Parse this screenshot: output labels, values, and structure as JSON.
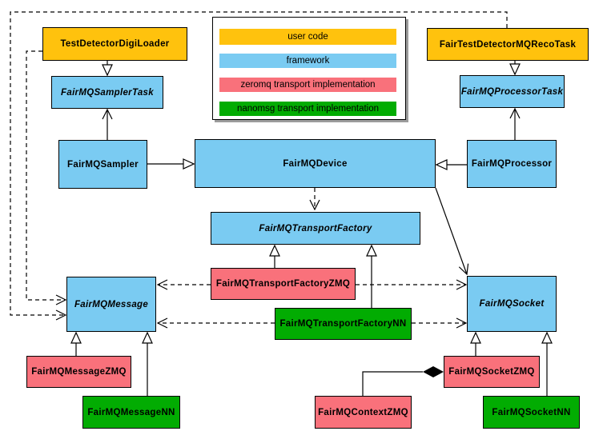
{
  "diagram": {
    "kind": "uml-class-diagram",
    "subject": "FairMQ framework class hierarchy"
  },
  "colors": {
    "user_code": "#FFC20D",
    "framework": "#7ACBF2",
    "zeromq": "#F9717B",
    "nanomsg": "#02AC02",
    "line": "#000000",
    "background": "#FFFFFF"
  },
  "legend": {
    "items": [
      {
        "label": "user code",
        "category": "user_code"
      },
      {
        "label": "framework",
        "category": "framework"
      },
      {
        "label": "zeromq transport implementation",
        "category": "zeromq"
      },
      {
        "label": "nanomsg transport implementation",
        "category": "nanomsg"
      }
    ]
  },
  "nodes": [
    {
      "label": "TestDetectorDigiLoader",
      "category": "user_code",
      "abstract": false
    },
    {
      "label": "FairMQSamplerTask",
      "category": "framework",
      "abstract": true
    },
    {
      "label": "FairMQSampler",
      "category": "framework",
      "abstract": false
    },
    {
      "label": "FairMQDevice",
      "category": "framework",
      "abstract": false
    },
    {
      "label": "FairTestDetectorMQRecoTask",
      "category": "user_code",
      "abstract": false
    },
    {
      "label": "FairMQProcessorTask",
      "category": "framework",
      "abstract": true
    },
    {
      "label": "FairMQProcessor",
      "category": "framework",
      "abstract": false
    },
    {
      "label": "FairMQTransportFactory",
      "category": "framework",
      "abstract": true
    },
    {
      "label": "FairMQTransportFactoryZMQ",
      "category": "zeromq",
      "abstract": false
    },
    {
      "label": "FairMQTransportFactoryNN",
      "category": "nanomsg",
      "abstract": false
    },
    {
      "label": "FairMQMessage",
      "category": "framework",
      "abstract": true
    },
    {
      "label": "FairMQSocket",
      "category": "framework",
      "abstract": true
    },
    {
      "label": "FairMQMessageZMQ",
      "category": "zeromq",
      "abstract": false
    },
    {
      "label": "FairMQMessageNN",
      "category": "nanomsg",
      "abstract": false
    },
    {
      "label": "FairMQSocketZMQ",
      "category": "zeromq",
      "abstract": false
    },
    {
      "label": "FairMQContextZMQ",
      "category": "zeromq",
      "abstract": false
    },
    {
      "label": "FairMQSocketNN",
      "category": "nanomsg",
      "abstract": false
    }
  ],
  "relations": [
    {
      "from": "TestDetectorDigiLoader",
      "to": "FairMQSamplerTask",
      "type": "inheritance",
      "line": "solid"
    },
    {
      "from": "FairMQSampler",
      "to": "FairMQSamplerTask",
      "type": "association",
      "line": "solid"
    },
    {
      "from": "FairMQSampler",
      "to": "FairMQDevice",
      "type": "inheritance",
      "line": "solid"
    },
    {
      "from": "FairTestDetectorMQRecoTask",
      "to": "FairMQProcessorTask",
      "type": "inheritance",
      "line": "solid"
    },
    {
      "from": "FairMQProcessor",
      "to": "FairMQProcessorTask",
      "type": "association",
      "line": "solid"
    },
    {
      "from": "FairMQProcessor",
      "to": "FairMQDevice",
      "type": "inheritance",
      "line": "solid"
    },
    {
      "from": "FairMQDevice",
      "to": "FairMQTransportFactory",
      "type": "dependency",
      "line": "dashed"
    },
    {
      "from": "FairMQDevice",
      "to": "FairMQSocket",
      "type": "association",
      "line": "solid"
    },
    {
      "from": "FairMQTransportFactoryZMQ",
      "to": "FairMQTransportFactory",
      "type": "inheritance",
      "line": "solid"
    },
    {
      "from": "FairMQTransportFactoryNN",
      "to": "FairMQTransportFactory",
      "type": "inheritance",
      "line": "solid"
    },
    {
      "from": "FairMQTransportFactoryZMQ",
      "to": "FairMQMessage",
      "type": "dependency",
      "line": "dashed"
    },
    {
      "from": "FairMQTransportFactoryZMQ",
      "to": "FairMQSocket",
      "type": "dependency",
      "line": "dashed"
    },
    {
      "from": "FairMQTransportFactoryNN",
      "to": "FairMQMessage",
      "type": "dependency",
      "line": "dashed"
    },
    {
      "from": "FairMQTransportFactoryNN",
      "to": "FairMQSocket",
      "type": "dependency",
      "line": "dashed"
    },
    {
      "from": "FairTestDetectorMQRecoTask",
      "to": "FairMQMessage",
      "type": "dependency",
      "line": "dashed"
    },
    {
      "from": "TestDetectorDigiLoader",
      "to": "FairMQMessage",
      "type": "dependency",
      "line": "dashed"
    },
    {
      "from": "FairMQMessageZMQ",
      "to": "FairMQMessage",
      "type": "inheritance",
      "line": "solid"
    },
    {
      "from": "FairMQMessageNN",
      "to": "FairMQMessage",
      "type": "inheritance",
      "line": "solid"
    },
    {
      "from": "FairMQSocketZMQ",
      "to": "FairMQSocket",
      "type": "inheritance",
      "line": "solid"
    },
    {
      "from": "FairMQSocketNN",
      "to": "FairMQSocket",
      "type": "inheritance",
      "line": "solid"
    },
    {
      "from": "FairMQContextZMQ",
      "to": "FairMQSocketZMQ",
      "type": "composition",
      "line": "solid"
    }
  ]
}
